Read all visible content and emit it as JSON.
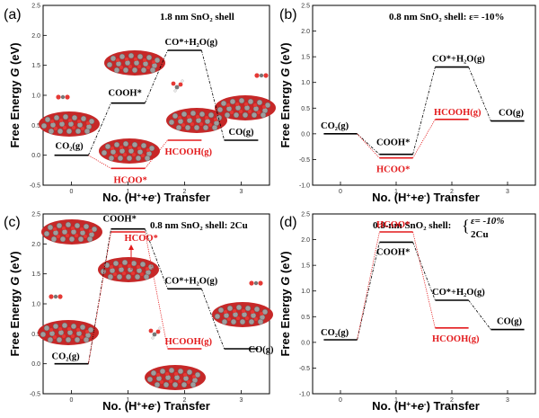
{
  "chart_data": [
    {
      "type": "line",
      "panel_label": "(a)",
      "title": "1.8 nm SnO₂ shell",
      "xlabel": "No. (H⁺+e⁻) Transfer",
      "ylabel": "Free Energy G (eV)",
      "xlim": [
        -0.5,
        3.5
      ],
      "ylim": [
        -0.5,
        2.5
      ],
      "xticks": [
        0,
        1,
        2,
        3
      ],
      "yticks": [
        -0.5,
        0.0,
        0.5,
        1.0,
        1.5,
        2.0,
        2.5
      ],
      "series": [
        {
          "color": "#000000",
          "steps": [
            {
              "x": 0,
              "y": 0.0,
              "label": "CO₂(g)"
            },
            {
              "x": 1,
              "y": 0.87,
              "label": "COOH*"
            },
            {
              "x": 2,
              "y": 1.75,
              "label": "CO*+H₂O(g)"
            },
            {
              "x": 3,
              "y": 0.25,
              "label": "CO(g)"
            }
          ]
        },
        {
          "color": "#e31a1c",
          "steps": [
            {
              "x": 1,
              "y": -0.22,
              "label": "HCOO*"
            },
            {
              "x": 2,
              "y": 0.25,
              "label": "HCOOH(g)"
            }
          ]
        }
      ]
    },
    {
      "type": "line",
      "panel_label": "(b)",
      "title": "0.8 nm SnO₂ shell: ε= -10%",
      "xlabel": "No. (H⁺+e⁻) Transfer",
      "ylabel": "Free Energy G (eV)",
      "xlim": [
        -0.5,
        3.5
      ],
      "ylim": [
        -1.0,
        2.5
      ],
      "xticks": [
        0,
        1,
        2,
        3
      ],
      "yticks": [
        -1.0,
        -0.5,
        0.0,
        0.5,
        1.0,
        1.5,
        2.0,
        2.5
      ],
      "series": [
        {
          "color": "#000000",
          "steps": [
            {
              "x": 0,
              "y": 0.0,
              "label": "CO₂(g)"
            },
            {
              "x": 1,
              "y": -0.4,
              "label": "COOH*"
            },
            {
              "x": 2,
              "y": 1.3,
              "label": "CO*+H₂O(g)"
            },
            {
              "x": 3,
              "y": 0.25,
              "label": "CO(g)"
            }
          ]
        },
        {
          "color": "#e31a1c",
          "steps": [
            {
              "x": 1,
              "y": -0.47,
              "label": "HCOO*"
            },
            {
              "x": 2,
              "y": 0.28,
              "label": "HCOOH(g)"
            }
          ]
        }
      ]
    },
    {
      "type": "line",
      "panel_label": "(c)",
      "title": "0.8 nm SnO₂ shell: 2Cu",
      "xlabel": "No. (H⁺+e⁻) Transfer",
      "ylabel": "Free Energy G (eV)",
      "xlim": [
        -0.5,
        3.5
      ],
      "ylim": [
        -0.5,
        2.5
      ],
      "xticks": [
        0,
        1,
        2,
        3
      ],
      "yticks": [
        -0.5,
        0.0,
        0.5,
        1.0,
        1.5,
        2.0,
        2.5
      ],
      "series": [
        {
          "color": "#000000",
          "steps": [
            {
              "x": 0,
              "y": 0.0,
              "label": "CO₂(g)"
            },
            {
              "x": 1,
              "y": 2.25,
              "label": "COOH*"
            },
            {
              "x": 2,
              "y": 1.25,
              "label": "CO*+H₂O(g)"
            },
            {
              "x": 3,
              "y": 0.25,
              "label": "CO(g)"
            }
          ]
        },
        {
          "color": "#e31a1c",
          "steps": [
            {
              "x": 1,
              "y": 2.2,
              "label": "HCOO*"
            },
            {
              "x": 2,
              "y": 0.25,
              "label": "HCOOH(g)"
            }
          ]
        }
      ]
    },
    {
      "type": "line",
      "panel_label": "(d)",
      "title_lines": [
        "0.8-nm SnO₂ shell:",
        "ε= -10%",
        "2Cu"
      ],
      "xlabel": "No. (H⁺+e⁻) Transfer",
      "ylabel": "Free Energy G (eV)",
      "xlim": [
        -0.5,
        3.5
      ],
      "ylim": [
        -1.0,
        2.5
      ],
      "xticks": [
        0,
        1,
        2,
        3
      ],
      "yticks": [
        -1.0,
        -0.5,
        0.0,
        0.5,
        1.0,
        1.5,
        2.0,
        2.5
      ],
      "series": [
        {
          "color": "#000000",
          "steps": [
            {
              "x": 0,
              "y": 0.05,
              "label": "CO₂(g)"
            },
            {
              "x": 1,
              "y": 1.95,
              "label": "COOH*"
            },
            {
              "x": 2,
              "y": 0.82,
              "label": "CO*+H₂O(g)"
            },
            {
              "x": 3,
              "y": 0.25,
              "label": "CO(g)"
            }
          ]
        },
        {
          "color": "#e31a1c",
          "steps": [
            {
              "x": 1,
              "y": 2.15,
              "label": "HCOO*"
            },
            {
              "x": 2,
              "y": 0.28,
              "label": "HCOOH(g)"
            }
          ]
        }
      ]
    }
  ]
}
